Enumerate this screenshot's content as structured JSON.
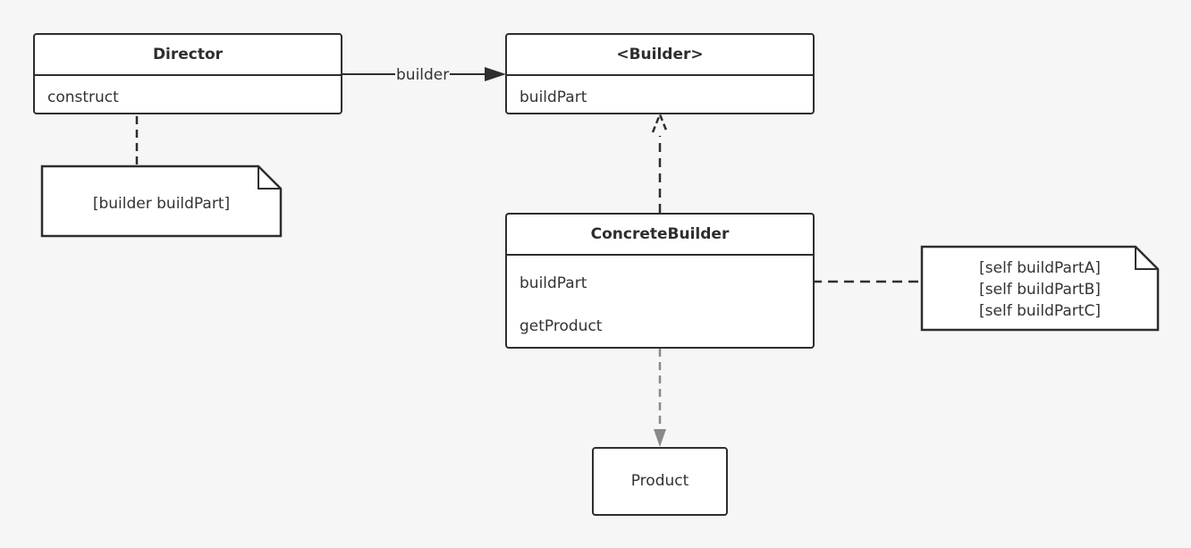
{
  "director": {
    "title": "Director",
    "operation": "construct"
  },
  "builder_interface": {
    "title": "<Builder>",
    "operation": "buildPart"
  },
  "concrete_builder": {
    "title": "ConcreteBuilder",
    "operations": [
      "buildPart",
      "getProduct"
    ]
  },
  "product": {
    "title": "Product"
  },
  "director_note": {
    "lines": [
      "[builder buildPart]"
    ]
  },
  "concrete_note": {
    "lines": [
      "[self buildPartA]",
      "[self buildPartB]",
      "[self buildPartC]"
    ]
  },
  "association": {
    "label": "builder"
  },
  "colors": {
    "line": "#2e2e2e",
    "dependency": "#8a8a8a",
    "background": "#f6f6f6",
    "box": "#ffffff"
  }
}
